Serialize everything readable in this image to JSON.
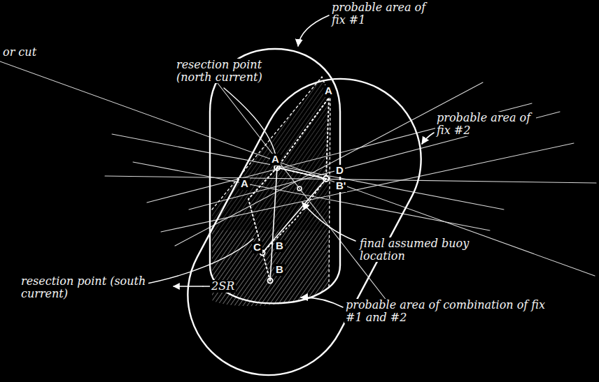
{
  "diagram": {
    "labels": [
      "or cut",
      "probable area of fix #1",
      "resection point (north current)",
      "probable area of fix #2",
      "A",
      "A",
      "A",
      "D",
      "B'",
      "C",
      "B",
      "B",
      "final assumed buoy location",
      "resection point (south current)",
      "2SR",
      "probable area of combination of fix #1 and #2"
    ]
  }
}
